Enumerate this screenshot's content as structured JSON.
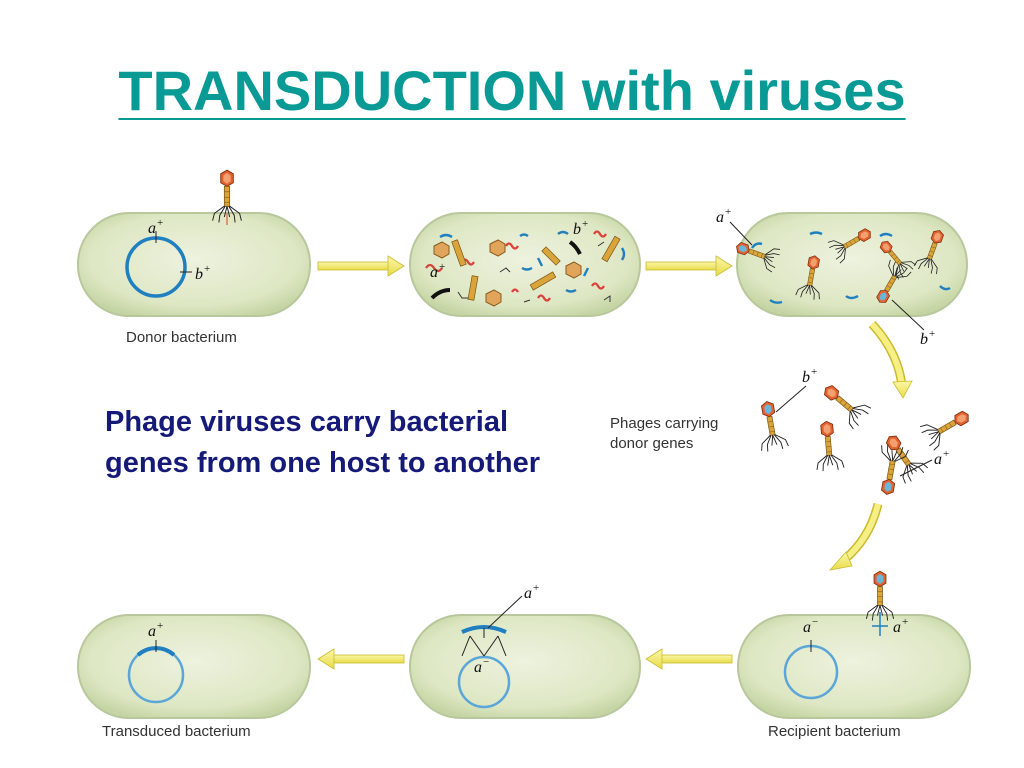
{
  "title": "TRANSDUCTION with viruses",
  "caption": "Phage viruses carry bacterial genes from one host to another",
  "labels": {
    "donor": "Donor bacterium",
    "phages": "Phages carrying donor genes",
    "phages_line1": "Phages carrying",
    "phages_line2": "donor genes",
    "recipient": "Recipient bacterium",
    "transduced": "Transduced bacterium"
  },
  "genes": {
    "a": "a",
    "b": "b",
    "plus": "+",
    "minus": "−"
  },
  "colors": {
    "title": "#0a9a96",
    "caption": "#151a78",
    "cell_fill": "#dfe8c8",
    "cell_edge": "#b8c99a",
    "dna": "#1f7fc0",
    "arrow": "#f2ec6e"
  }
}
